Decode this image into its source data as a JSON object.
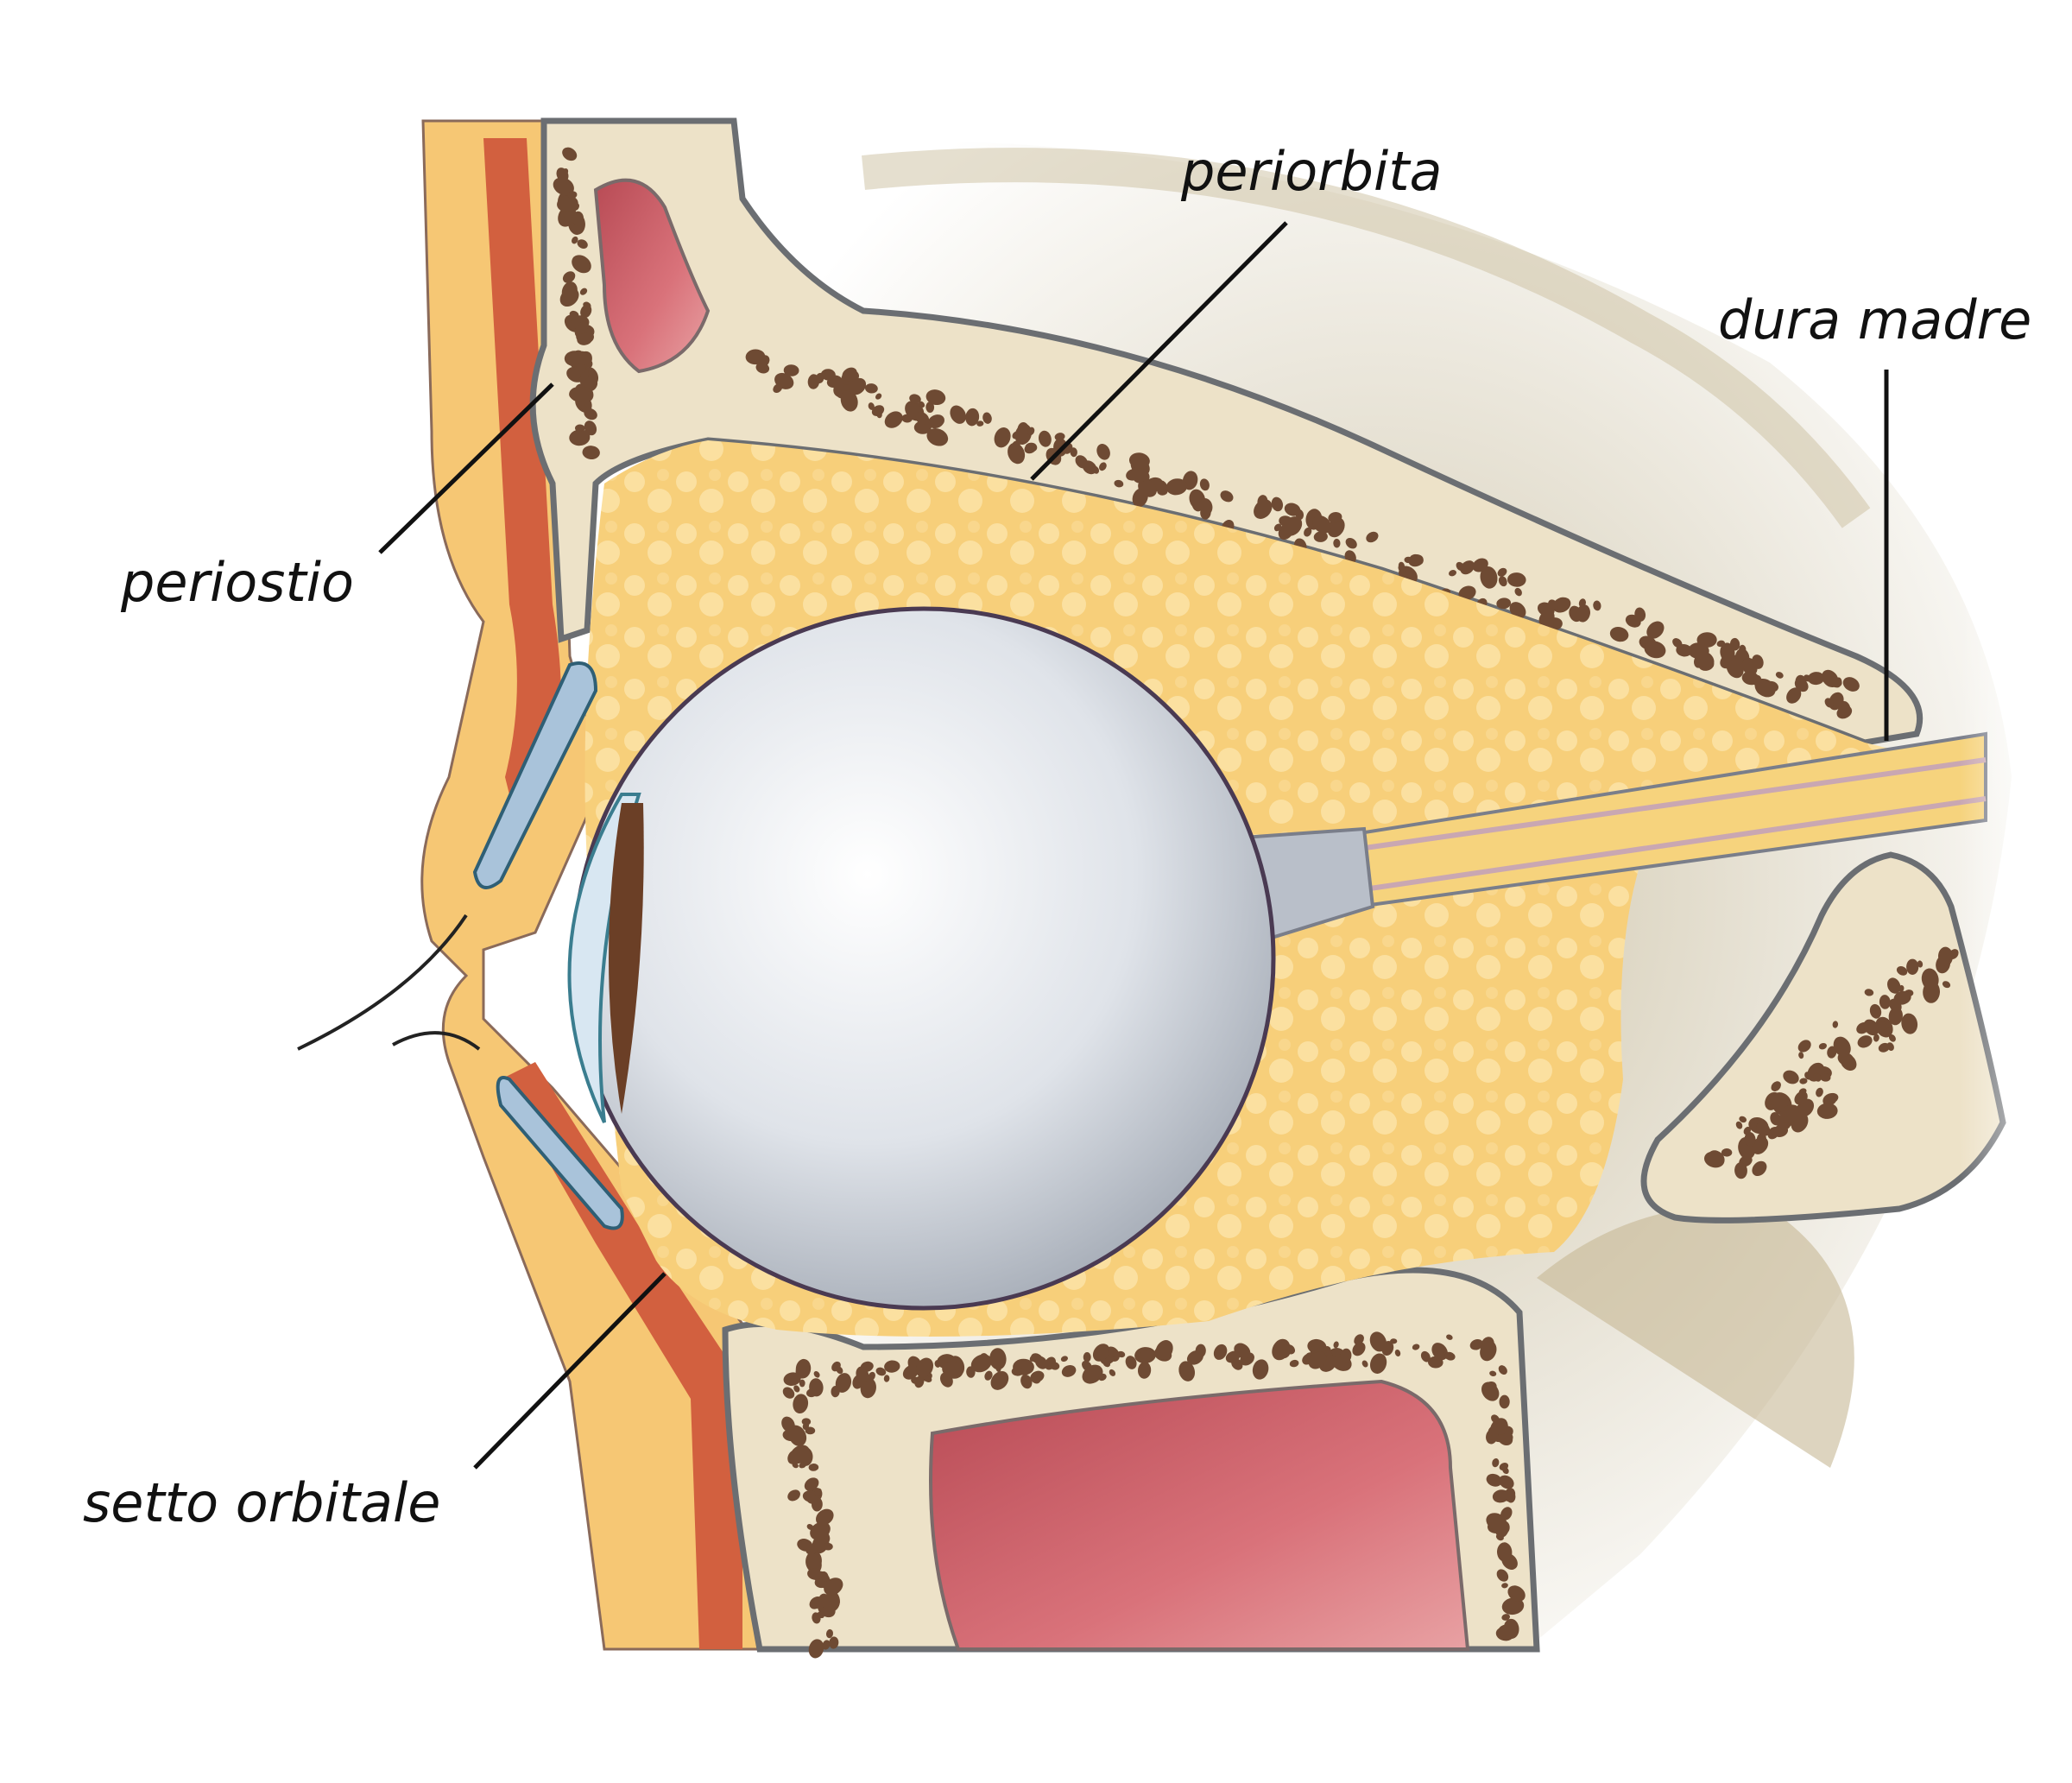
{
  "labels": {
    "periorbita": "periorbita",
    "dura_madre": "dura madre",
    "periostio": "periostio",
    "setto_orbitale": "setto orbitale"
  },
  "colors": {
    "fat": "#f7cf7a",
    "fat_highlight": "#fbe3a8",
    "bone": "#ede2c8",
    "bone_outline": "#6b6e72",
    "bone_pores": "#6e4a33",
    "muscle": "#d2603f",
    "sinus": "#c95a5e",
    "globe": "#c9ced6",
    "cartilage": "#a9c3da",
    "shadow": "#d9d0b8"
  }
}
